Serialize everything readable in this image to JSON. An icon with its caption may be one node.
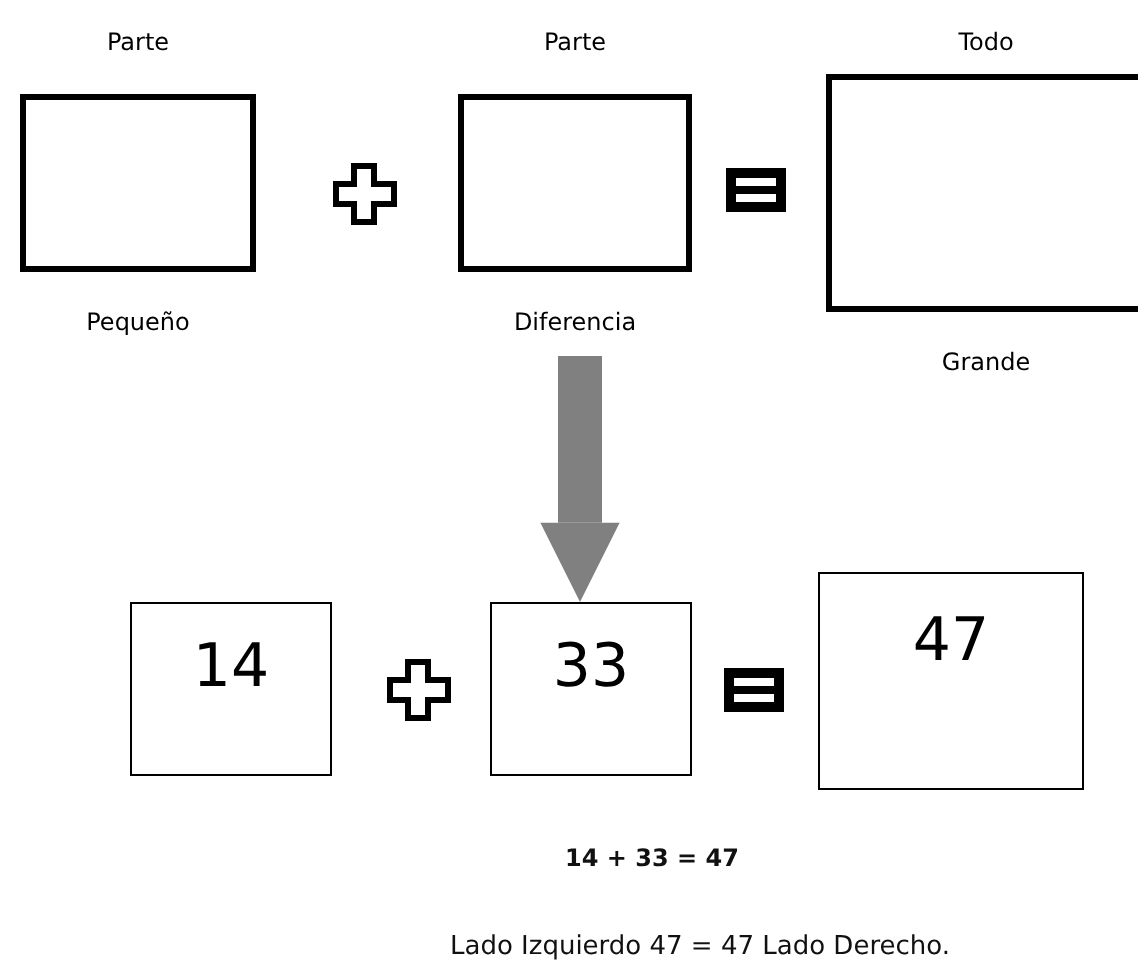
{
  "diagram": {
    "nodes": [
      {
        "text": [
          "Parte"
        ],
        "beside": [
          "Pequeño"
        ]
      },
      {
        "text": [
          "Parte"
        ],
        "beside": [
          "Diferencia"
        ]
      },
      {
        "text": [
          "Todo"
        ],
        "beside": [
          "Grande"
        ]
      },
      {
        "text": [
          "14"
        ]
      },
      {
        "text": [
          "33"
        ]
      },
      {
        "text": [
          "47"
        ]
      }
    ],
    "edges": [
      {
        "from": 1,
        "to": 4,
        "arrow": "to"
      }
    ],
    "labels": [
      "**14 + 33 = 47**",
      "Lado Izquierdo 47 = 47 Lado Derecho."
    ]
  }
}
